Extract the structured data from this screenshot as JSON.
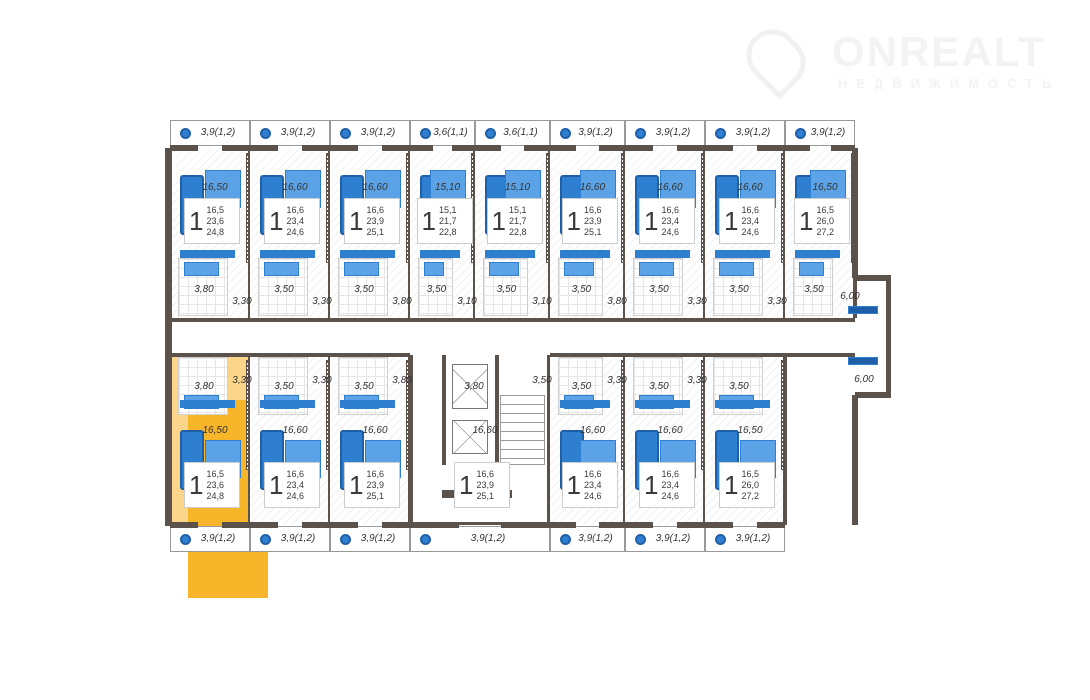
{
  "logo": {
    "brand": "ONREALT",
    "tagline": "НЕДВИЖИМОСТЬ"
  },
  "colors": {
    "wall": "#5b524c",
    "furniture": "#2f7fd0",
    "highlight": "#f7b52a"
  },
  "corridor_labels": {
    "top_right": "6,00",
    "bottom_right": "6,00"
  },
  "top_row": [
    {
      "rooms": "1",
      "room_area": "16,50",
      "areas": [
        "16,5",
        "23,6",
        "24,8"
      ],
      "balcony": "3,9(1,2)",
      "wet": "3,80",
      "hall": "3,30"
    },
    {
      "rooms": "1",
      "room_area": "16,60",
      "areas": [
        "16,6",
        "23,4",
        "24,6"
      ],
      "balcony": "3,9(1,2)",
      "wet": "3,50",
      "hall": "3,30"
    },
    {
      "rooms": "1",
      "room_area": "16,60",
      "areas": [
        "16,6",
        "23,9",
        "25,1"
      ],
      "balcony": "3,9(1,2)",
      "wet": "3,50",
      "hall": "3,80"
    },
    {
      "rooms": "1",
      "room_area": "15,10",
      "areas": [
        "15,1",
        "21,7",
        "22,8"
      ],
      "balcony": "3,6(1,1)",
      "wet": "3,50",
      "hall": "3,10"
    },
    {
      "rooms": "1",
      "room_area": "15,10",
      "areas": [
        "15,1",
        "21,7",
        "22,8"
      ],
      "balcony": "3,6(1,1)",
      "wet": "3,50",
      "hall": "3,10"
    },
    {
      "rooms": "1",
      "room_area": "16,60",
      "areas": [
        "16,6",
        "23,9",
        "25,1"
      ],
      "balcony": "3,9(1,2)",
      "wet": "3,50",
      "hall": "3,80"
    },
    {
      "rooms": "1",
      "room_area": "16,60",
      "areas": [
        "16,6",
        "23,4",
        "24,6"
      ],
      "balcony": "3,9(1,2)",
      "wet": "3,50",
      "hall": "3,30"
    },
    {
      "rooms": "1",
      "room_area": "16,60",
      "areas": [
        "16,6",
        "23,4",
        "24,6"
      ],
      "balcony": "3,9(1,2)",
      "wet": "3,50",
      "hall": "3,30"
    },
    {
      "rooms": "1",
      "room_area": "16,50",
      "areas": [
        "16,5",
        "26,0",
        "27,2"
      ],
      "balcony": "3,9(1,2)",
      "wet": "3,50",
      "hall": ""
    }
  ],
  "bottom_row": [
    {
      "rooms": "1",
      "room_area": "16,50",
      "areas": [
        "16,5",
        "23,6",
        "24,8"
      ],
      "balcony": "3,9(1,2)",
      "wet": "3,80",
      "hall": "3,30",
      "selected": true
    },
    {
      "rooms": "1",
      "room_area": "16,60",
      "areas": [
        "16,6",
        "23,4",
        "24,6"
      ],
      "balcony": "3,9(1,2)",
      "wet": "3,50",
      "hall": "3,30"
    },
    {
      "rooms": "1",
      "room_area": "16,60",
      "areas": [
        "16,6",
        "23,9",
        "25,1"
      ],
      "balcony": "3,9(1,2)",
      "wet": "3,50",
      "hall": "3,80"
    },
    {
      "rooms": "1",
      "room_area": "16,60",
      "areas": [
        "16,6",
        "23,9",
        "25,1"
      ],
      "balcony": "3,9(1,2)",
      "wet": "3,80",
      "hall": "3,50"
    },
    {
      "rooms": "1",
      "room_area": "16,60",
      "areas": [
        "16,6",
        "23,4",
        "24,6"
      ],
      "balcony": "3,9(1,2)",
      "wet": "3,50",
      "hall": "3,30"
    },
    {
      "rooms": "1",
      "room_area": "16,60",
      "areas": [
        "16,6",
        "23,4",
        "24,6"
      ],
      "balcony": "3,9(1,2)",
      "wet": "3,50",
      "hall": "3,30"
    },
    {
      "rooms": "1",
      "room_area": "16,50",
      "areas": [
        "16,5",
        "26,0",
        "27,2"
      ],
      "balcony": "3,9(1,2)",
      "wet": "3,50",
      "hall": ""
    }
  ]
}
